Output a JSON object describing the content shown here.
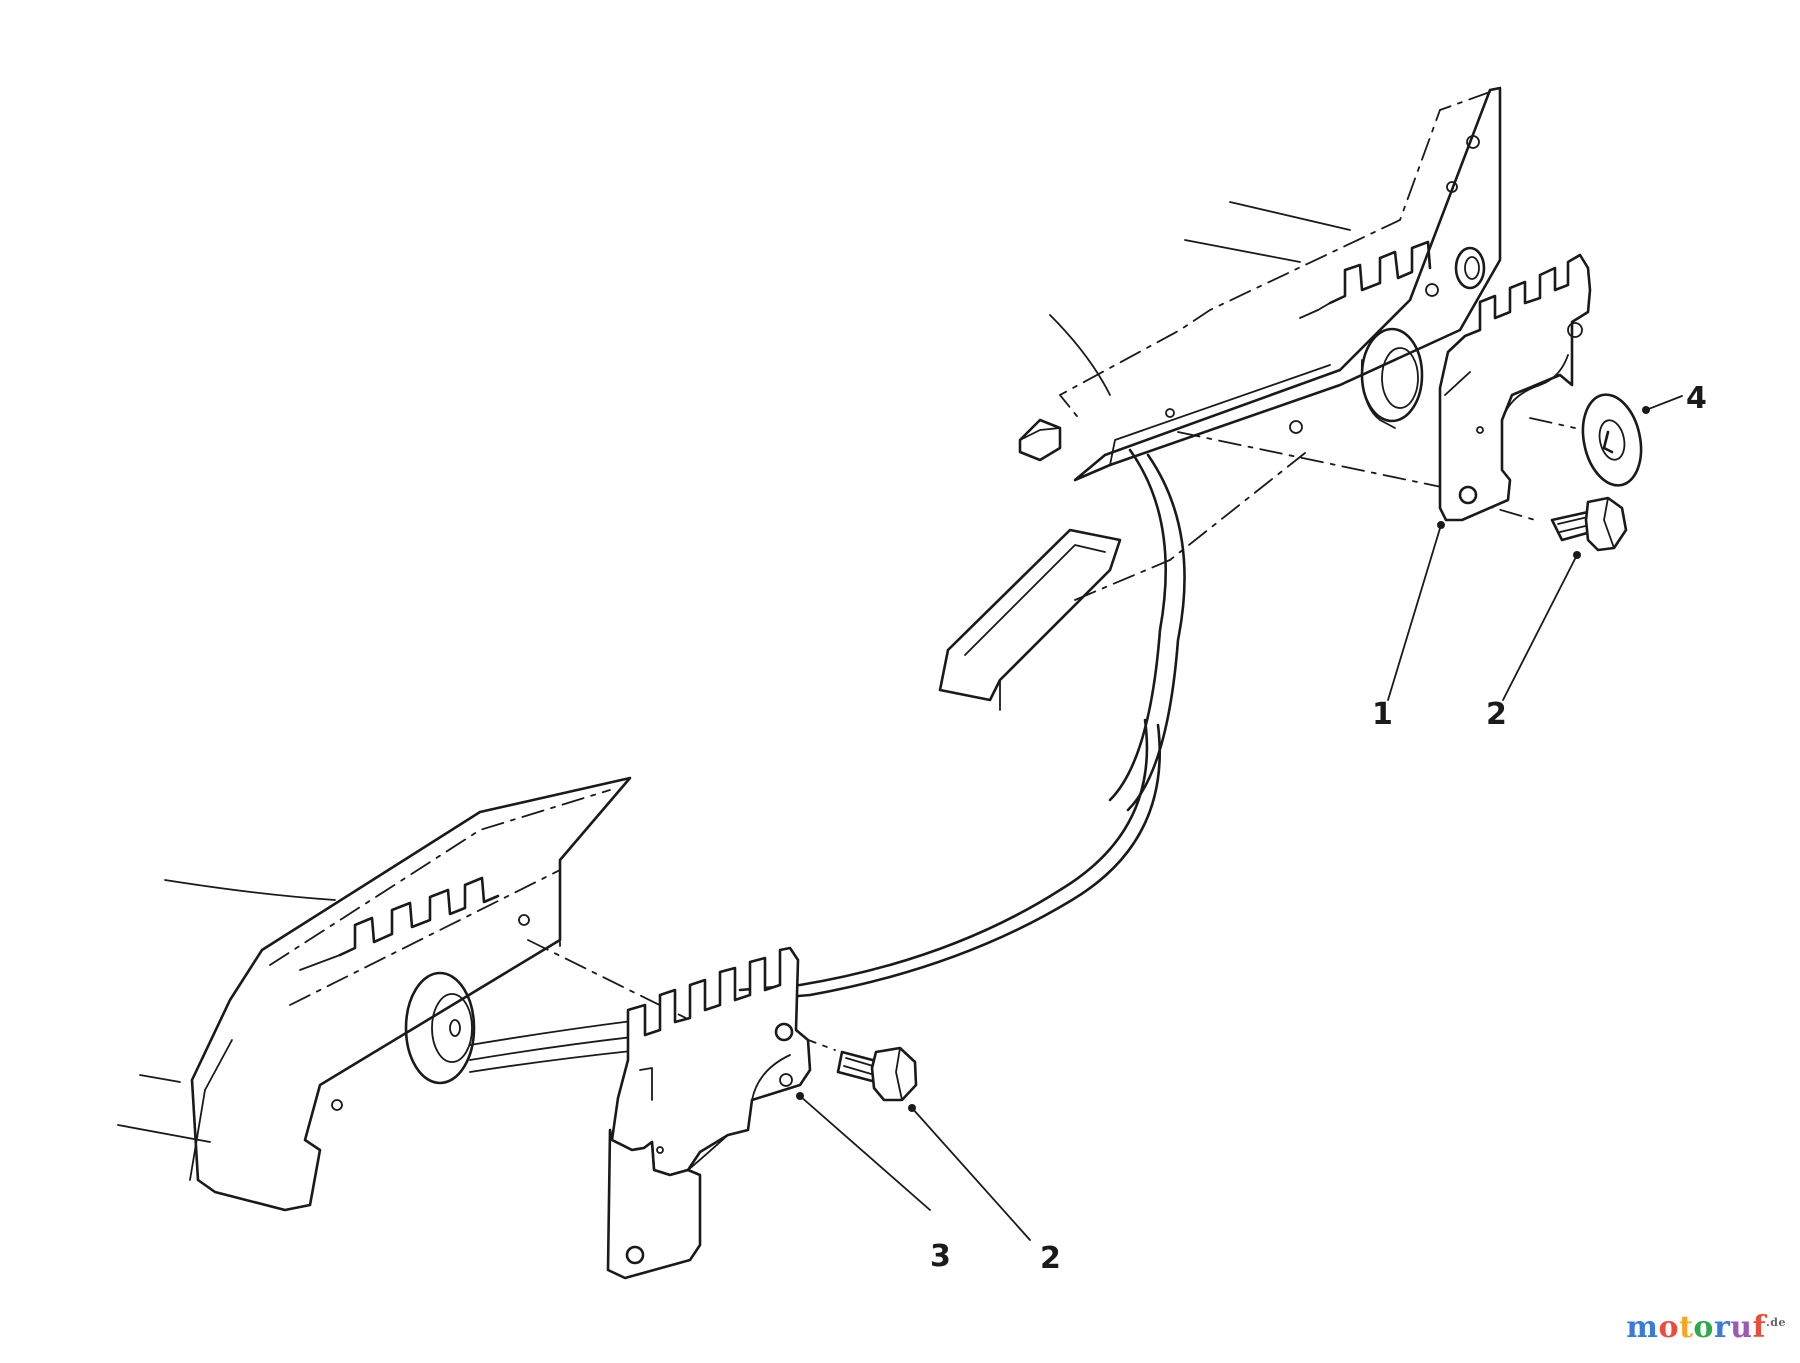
{
  "callouts": [
    {
      "id": "callout-1-right",
      "label": "1"
    },
    {
      "id": "callout-2-right",
      "label": "2"
    },
    {
      "id": "callout-4-right",
      "label": "4"
    },
    {
      "id": "callout-3-left",
      "label": "3"
    },
    {
      "id": "callout-2-left",
      "label": "2"
    }
  ],
  "watermark": {
    "letters": [
      "m",
      "o",
      "t",
      "o",
      "r",
      "u",
      "f"
    ],
    "colors": [
      "#3a7bd5",
      "#e94e3c",
      "#f5a623",
      "#2eaa4a",
      "#3a7bd5",
      "#9b59b6",
      "#e94e3c"
    ],
    "suffix": ".de"
  }
}
